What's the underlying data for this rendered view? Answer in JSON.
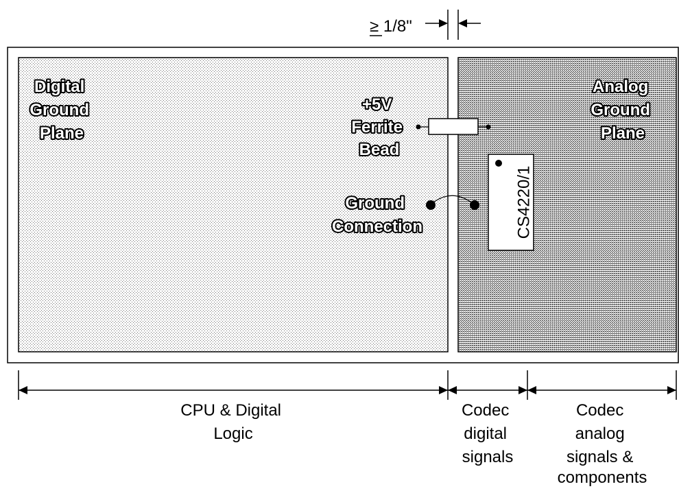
{
  "spacing": {
    "label": "≥ 1/8\""
  },
  "digital_plane": {
    "lines": [
      "Digital",
      "Ground",
      "Plane"
    ]
  },
  "analog_plane": {
    "lines": [
      "Analog",
      "Ground",
      "Plane"
    ]
  },
  "ferrite": {
    "lines": [
      "+5V",
      "Ferrite",
      "Bead"
    ]
  },
  "ground_connection": {
    "lines": [
      "Ground",
      "Connection"
    ]
  },
  "chip": {
    "label": "CS4220/1"
  },
  "regions": {
    "cpu": {
      "lines": [
        "CPU & Digital",
        "Logic"
      ]
    },
    "codec_digital": {
      "lines": [
        "Codec",
        "digital",
        "signals"
      ]
    },
    "codec_analog": {
      "lines": [
        "Codec",
        "analog",
        "signals &",
        "components"
      ]
    }
  },
  "colors": {
    "ink": "#000000",
    "paper": "#ffffff"
  }
}
